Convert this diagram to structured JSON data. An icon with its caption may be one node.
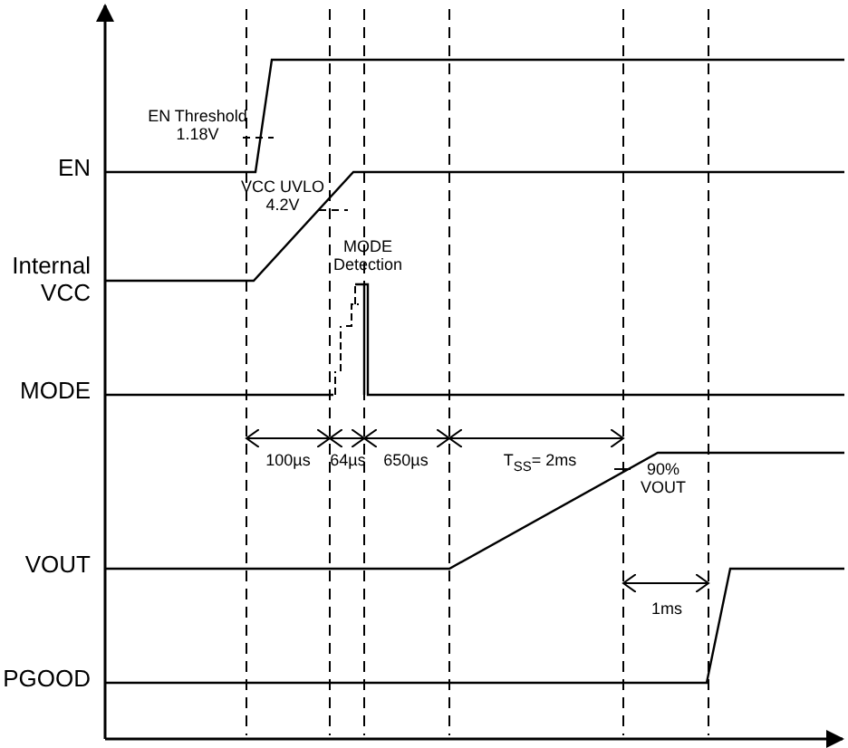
{
  "diagram": {
    "labels": [
      "EN",
      "Internal VCC",
      "MODE",
      "VOUT",
      "PGOOD",
      "EN Threshold 1.18V",
      "VCC UVLO 4.2V",
      "MODE Detection",
      "100µs",
      "64µs",
      "650µs",
      "T$_{SS}$= 2ms",
      "90% VOUT",
      "1ms"
    ]
  }
}
